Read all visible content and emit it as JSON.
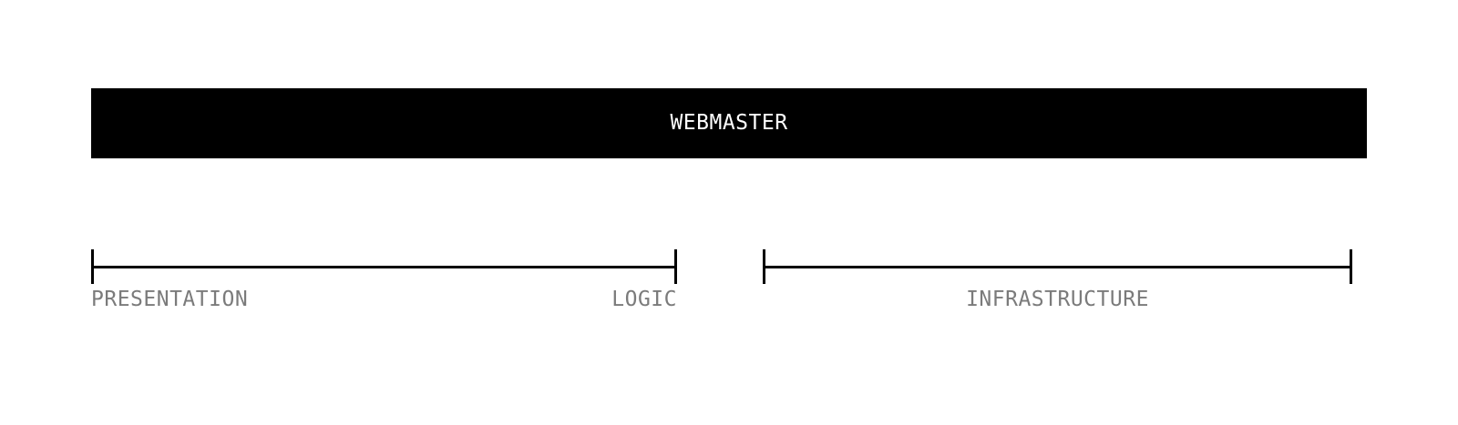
{
  "diagram": {
    "header": {
      "title": "WEBMASTER"
    },
    "ranges": [
      {
        "id": "presentation-logic",
        "label_start": "PRESENTATION",
        "label_end": "LOGIC"
      },
      {
        "id": "infrastructure",
        "label_center": "INFRASTRUCTURE"
      }
    ],
    "colors": {
      "bar_background": "#000000",
      "bar_text": "#ffffff",
      "line": "#000000",
      "label_text": "#7b7b7b",
      "page_background": "#ffffff"
    }
  }
}
